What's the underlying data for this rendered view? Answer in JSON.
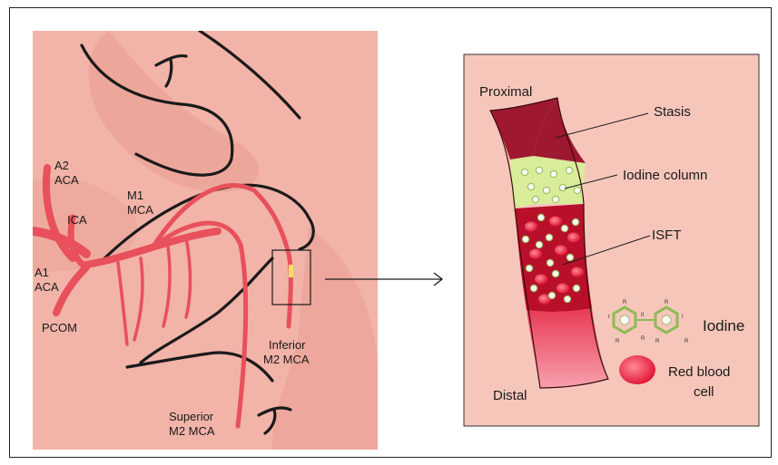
{
  "colors": {
    "brain_fill": "#f2b3a8",
    "brain_dark": "#e99a8e",
    "vessel": "#e8505b",
    "vessel_dark": "#a8192b",
    "stasis": "#9e1830",
    "iodine_column": "#d8ec9a",
    "isft": "#b8102a",
    "distal": "#f0506a",
    "panel_bg": "#f7c6bb",
    "benzene": "#8dbb52"
  },
  "brain_labels": {
    "a2_line1": "A2",
    "a2_line2": "ACA",
    "ica": "ICA",
    "m1_line1": "M1",
    "m1_line2": "MCA",
    "a1_line1": "A1",
    "a1_line2": "ACA",
    "pcom": "PCOM",
    "inferior_line1": "Inferior",
    "inferior_line2": "M2 MCA",
    "superior_line1": "Superior",
    "superior_line2": "M2 MCA"
  },
  "inset_labels": {
    "proximal": "Proximal",
    "stasis": "Stasis",
    "iodine_column": "Iodine column",
    "isft": "ISFT",
    "distal": "Distal",
    "iodine": "Iodine",
    "rbc_line1": "Red blood",
    "rbc_line2": "cell"
  },
  "benzene_labels": {
    "r": "R",
    "i": "I",
    "ii": "II"
  }
}
